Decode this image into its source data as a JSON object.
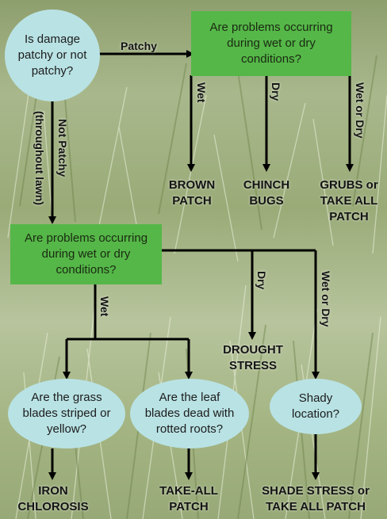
{
  "nodes": {
    "damage_patchy": "Is damage patchy or not patchy?",
    "conditions_top": "Are problems occurring during wet or dry conditions?",
    "conditions_mid": "Are problems occurring during wet or dry conditions?",
    "blades_striped": "Are the grass blades striped or yellow?",
    "blades_dead": "Are the leaf blades dead with rotted roots?",
    "shady": "Shady location?"
  },
  "edge_labels": {
    "patchy": "Patchy",
    "not_patchy": "Not Patchy",
    "not_patchy_sub": "(throughout lawn)",
    "wet_top": "Wet",
    "dry_top": "Dry",
    "wetordry_top": "Wet or Dry",
    "wet_mid": "Wet",
    "dry_mid": "Dry",
    "wetordry_mid": "Wet or Dry"
  },
  "outcomes": {
    "brown_patch": "BROWN PATCH",
    "chinch_bugs": "CHINCH BUGS",
    "grubs": "GRUBS or TAKE ALL PATCH",
    "drought": "DROUGHT STRESS",
    "iron": "IRON CHLOROSIS",
    "takeall": "TAKE-ALL PATCH",
    "shade": "SHADE STRESS or TAKE ALL PATCH"
  },
  "colors": {
    "oval_fill": "#b9e2e4",
    "question_box_fill": "#55b748",
    "arrow": "#000000",
    "grass_background": "#a9b88c"
  }
}
